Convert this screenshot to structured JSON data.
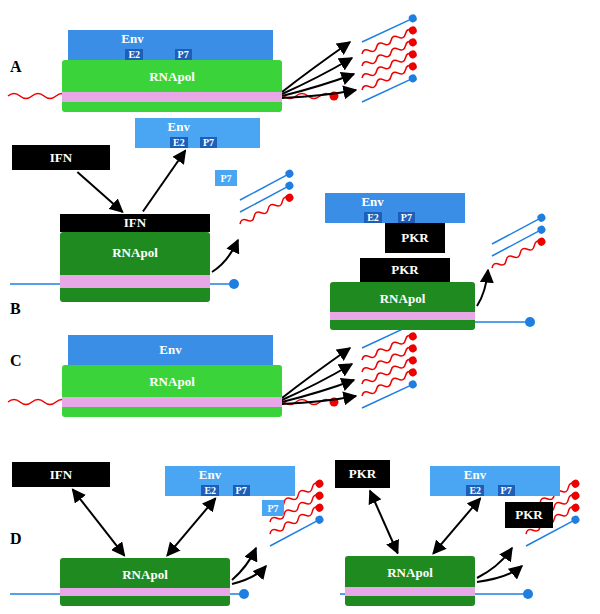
{
  "diagram": {
    "nodes": [
      {
        "text": [
          "Env",
          "E2",
          "P7"
        ]
      },
      {
        "text": [
          "RNApol"
        ]
      },
      {
        "text": [
          "IFN"
        ]
      },
      {
        "text": [
          "RNApol"
        ]
      },
      {
        "text": [
          "IFN"
        ]
      },
      {
        "text": [
          "Env",
          "E2",
          "P7"
        ]
      },
      {
        "text": [
          "P7"
        ]
      },
      {
        "text": [
          "Env",
          "E2",
          "P7"
        ]
      },
      {
        "text": [
          "PKR"
        ]
      },
      {
        "text": [
          "PKR"
        ]
      },
      {
        "text": [
          "RNApol"
        ]
      },
      {
        "text": [
          "Env"
        ]
      },
      {
        "text": [
          "RNApol"
        ]
      },
      {
        "text": [
          "IFN"
        ]
      },
      {
        "text": [
          "RNApol"
        ]
      },
      {
        "text": [
          "Env",
          "E2",
          "P7"
        ]
      },
      {
        "text": [
          "P7"
        ]
      },
      {
        "text": [
          "PKR"
        ]
      },
      {
        "text": [
          "RNApol"
        ]
      },
      {
        "text": [
          "Env",
          "E2",
          "P7"
        ]
      },
      {
        "text": [
          "PKR"
        ]
      }
    ],
    "edges": [
      {
        "from": 2,
        "to": 4,
        "arrow": "to"
      },
      {
        "from": 4,
        "to": 5,
        "arrow": "to"
      },
      {
        "from": 13,
        "to": 14,
        "arrow": "both"
      },
      {
        "from": 14,
        "to": 15,
        "arrow": "both"
      },
      {
        "from": 17,
        "to": 18,
        "arrow": "both"
      },
      {
        "from": 18,
        "to": 19,
        "arrow": "both"
      }
    ],
    "labels": [
      "A",
      "B",
      "C",
      "D"
    ]
  }
}
